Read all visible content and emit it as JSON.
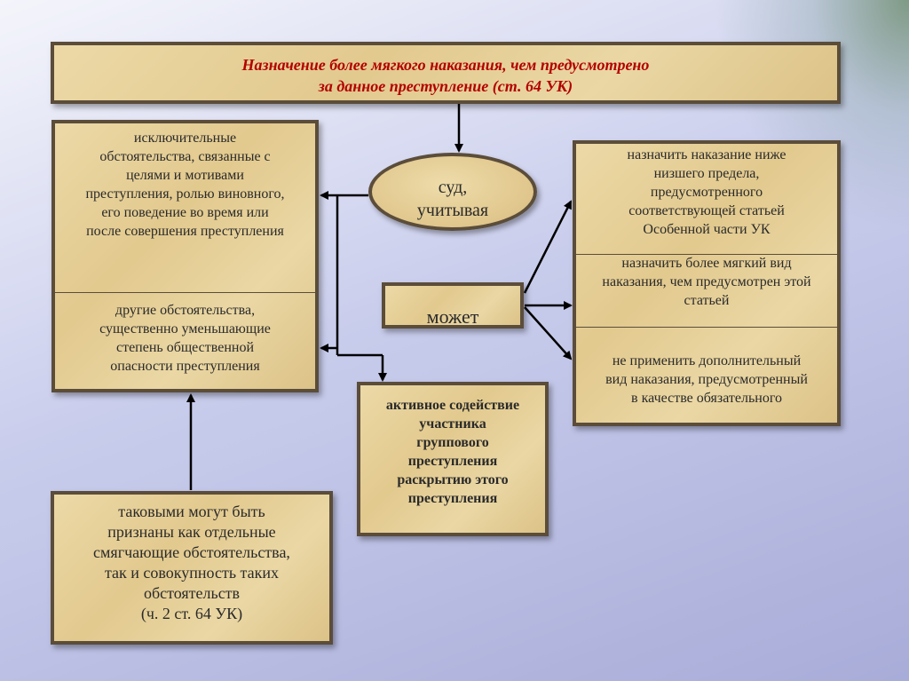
{
  "title": {
    "line1": "Назначение более мягкого наказания, чем предусмотрено",
    "line2": "за данное преступление (ст. 64 УК)"
  },
  "court": {
    "line1": "суд,",
    "line2": "учитывая"
  },
  "left": {
    "exceptional": [
      "исключительные",
      "обстоятельства, связанные с",
      "целями и мотивами",
      "преступления, ролью виновного,",
      "его поведение во время или",
      "после совершения преступления"
    ],
    "other": [
      "другие обстоятельства,",
      "существенно уменьшающие",
      "степень общественной",
      "опасности преступления"
    ]
  },
  "may": "может",
  "right": {
    "option1": [
      "назначить наказание ниже",
      "низшего предела,",
      "предусмотренного",
      "соответствующей статьей",
      "Особенной части УК"
    ],
    "option2": [
      "назначить более мягкий вид",
      "наказания, чем предусмотрен этой",
      "статьей"
    ],
    "option3": [
      "не применить дополнительный",
      "вид наказания, предусмотренный",
      "в качестве обязательного"
    ]
  },
  "active": [
    "активное содействие",
    "участника",
    "группового",
    "преступления",
    "раскрытию этого",
    "преступления"
  ],
  "bottom": [
    "таковыми могут быть",
    "признаны как отдельные",
    "смягчающие обстоятельства,",
    "так и совокупность таких",
    "обстоятельств",
    "(ч. 2 ст. 64 УК)"
  ]
}
